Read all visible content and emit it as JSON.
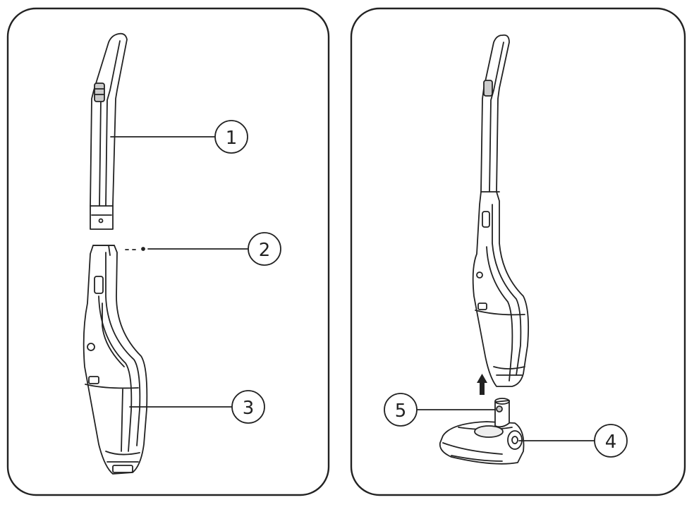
{
  "callouts": {
    "c1": "1",
    "c2": "2",
    "c3": "3",
    "c4": "4",
    "c5": "5"
  },
  "colors": {
    "stroke": "#222222",
    "fill": "#ffffff",
    "shade": "#e8e8e8"
  }
}
